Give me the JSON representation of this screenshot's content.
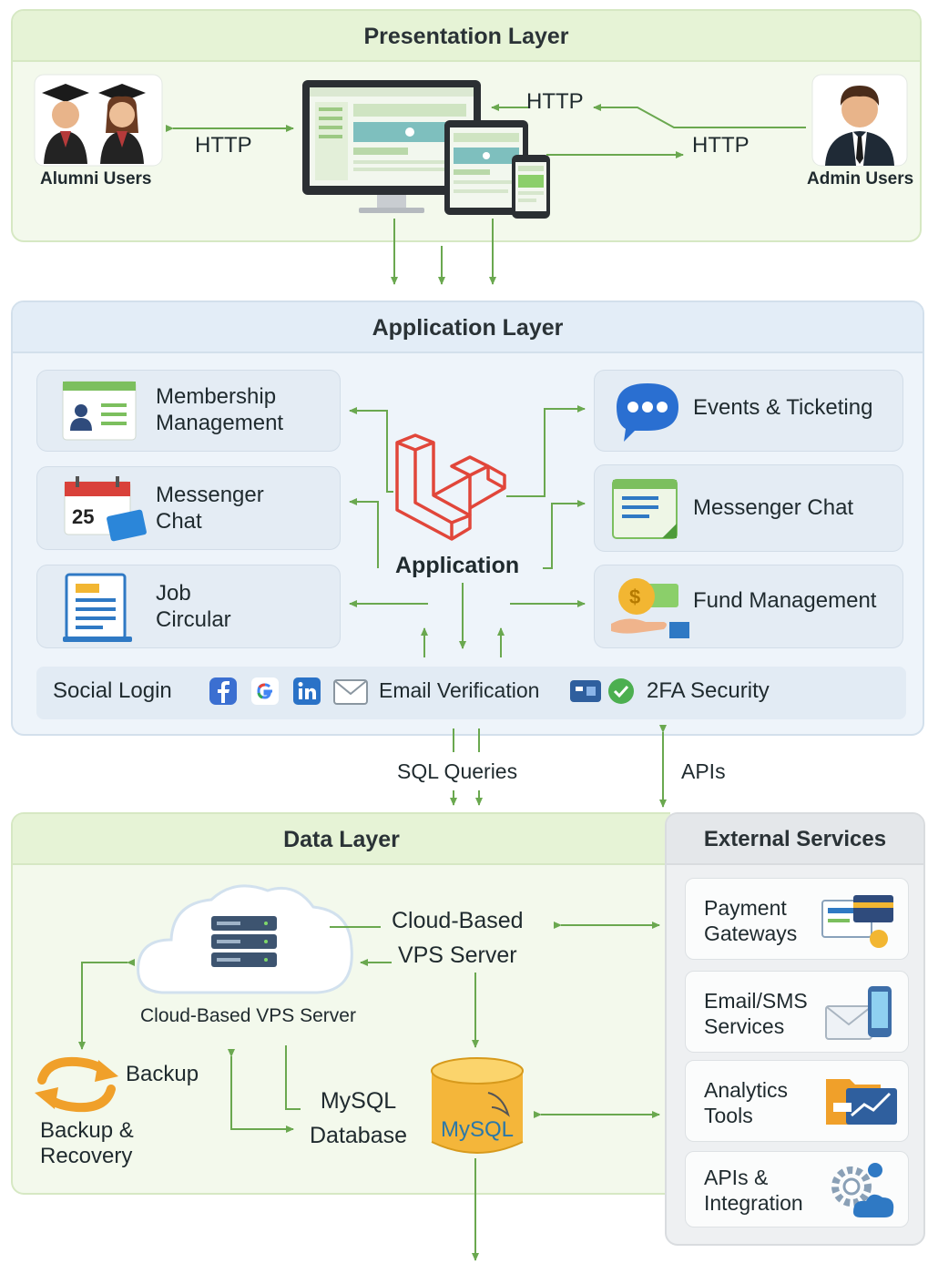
{
  "presentation": {
    "title": "Presentation Layer",
    "alumni_label": "Alumni Users",
    "admin_label": "Admin Users",
    "http_left": "HTTP",
    "http_top": "HTTP",
    "http_right": "HTTP"
  },
  "application": {
    "title": "Application Layer",
    "core_label": "Application",
    "modules_left": [
      {
        "label": "Membership\nManagement",
        "icon": "member-card-icon"
      },
      {
        "label": "Messenger\nChat",
        "icon": "calendar-icon"
      },
      {
        "label": "Job\nCircular",
        "icon": "job-document-icon"
      }
    ],
    "modules_right": [
      {
        "label": "Events & Ticketing",
        "icon": "chat-bubble-icon"
      },
      {
        "label": "Messenger Chat",
        "icon": "notepad-icon"
      },
      {
        "label": "Fund Management",
        "icon": "money-hand-icon"
      }
    ],
    "calendar_day": "25",
    "social_bar": {
      "social_login": "Social Login",
      "email_verification": "Email Verification",
      "twofa": "2FA Security"
    }
  },
  "connectors": {
    "sql": "SQL Queries",
    "apis": "APIs"
  },
  "data_layer": {
    "title": "Data Layer",
    "vps_title": "Cloud-Based\nVPS Server",
    "vps_caption": "Cloud-Based VPS Server",
    "backup": "Backup",
    "backup_recovery": "Backup &\nRecovery",
    "mysql_db": "MySQL\nDatabase",
    "mysql_logo": "MySQL"
  },
  "external": {
    "title": "External Services",
    "items": [
      {
        "label": "Payment\nGateways",
        "icon": "payment-icon"
      },
      {
        "label": "Email/SMS\nServices",
        "icon": "email-sms-icon"
      },
      {
        "label": "Analytics\nTools",
        "icon": "analytics-icon"
      },
      {
        "label": "APIs &\nIntegration",
        "icon": "gears-icon"
      }
    ]
  },
  "colors": {
    "arrow": "#6aa84f",
    "laravel": "#e1463a",
    "green_panel": "#f3f9ec",
    "blue_panel": "#eef4fa"
  }
}
